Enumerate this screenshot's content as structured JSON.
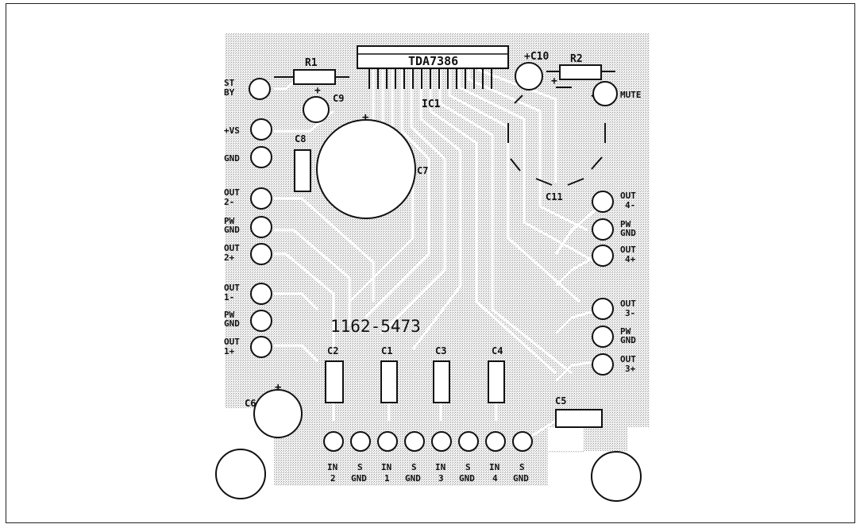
{
  "board": {
    "ic_part": "TDA7386",
    "ic_ref": "IC1",
    "pcb_number": "1162-5473",
    "components": {
      "r1": "R1",
      "r2": "R2",
      "c1": "C1",
      "c2": "C2",
      "c3": "C3",
      "c4": "C4",
      "c5": "C5",
      "c6": "C6",
      "c7": "C7",
      "c8": "C8",
      "c9": "C9",
      "c10": "+C10",
      "c11": "C11"
    },
    "polarity_mark": "+",
    "left_pins": {
      "st_by": [
        "ST",
        "BY"
      ],
      "vs": [
        "+VS"
      ],
      "gnd": [
        "GND"
      ],
      "out2_minus": [
        "OUT",
        "2-"
      ],
      "pw_gnd_2": [
        "PW",
        "GND"
      ],
      "out2_plus": [
        "OUT",
        "2+"
      ],
      "out1_minus": [
        "OUT",
        "1-"
      ],
      "pw_gnd_1": [
        "PW",
        "GND"
      ],
      "out1_plus": [
        "OUT",
        "1+"
      ]
    },
    "right_pins": {
      "mute": [
        "MUTE"
      ],
      "out4_minus": [
        "OUT",
        "4-"
      ],
      "pw_gnd_4": [
        "PW",
        "GND"
      ],
      "out4_plus": [
        "OUT",
        "4+"
      ],
      "out3_minus": [
        "OUT",
        "3-"
      ],
      "pw_gnd_3": [
        "PW",
        "GND"
      ],
      "out3_plus": [
        "OUT",
        "3+"
      ]
    },
    "bottom_pins": [
      [
        "IN",
        "2"
      ],
      [
        "S",
        "GND"
      ],
      [
        "IN",
        "1"
      ],
      [
        "S",
        "GND"
      ],
      [
        "IN",
        "3"
      ],
      [
        "S",
        "GND"
      ],
      [
        "IN",
        "4"
      ],
      [
        "S",
        "GND"
      ]
    ]
  }
}
